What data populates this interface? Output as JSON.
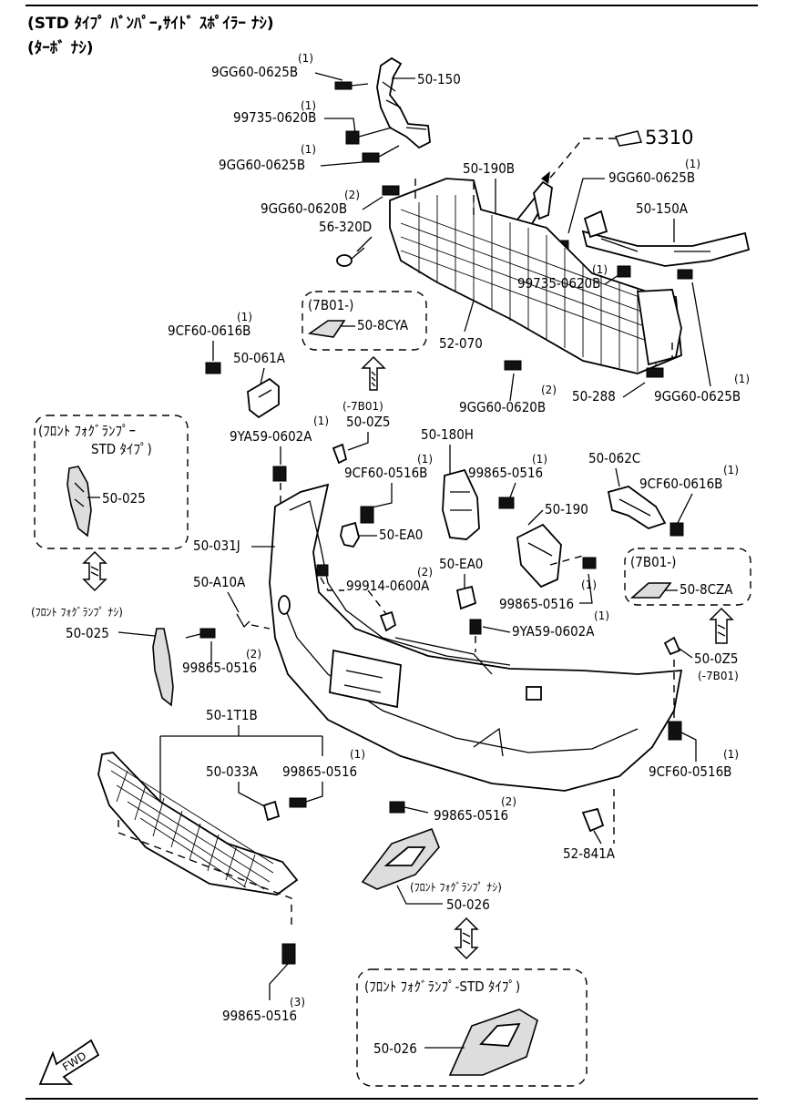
{
  "header": {
    "line1": "(STD ﾀｲﾌﾟ ﾊﾞﾝﾊﾟｰ,ｻｲﾄﾞ ｽﾎﾟｲﾗｰ ﾅｼ)",
    "line2": "(ﾀｰﾎﾞ ﾅｼ)"
  },
  "parts": {
    "p_9gg60_0625b_a": "9GG60-0625B",
    "p_9gg60_0625b_a_qty": "(1)",
    "p_50_150": "50-150",
    "p_99735_0620b_a": "99735-0620B",
    "p_99735_0620b_a_qty": "(1)",
    "p_9gg60_0625b_b": "9GG60-0625B",
    "p_9gg60_0625b_b_qty": "(1)",
    "p_5310": "5310",
    "p_50_190b": "50-190B",
    "p_9gg60_0625b_c": "9GG60-0625B",
    "p_9gg60_0625b_c_qty": "(1)",
    "p_9gg60_0620b_a": "9GG60-0620B",
    "p_9gg60_0620b_a_qty": "(2)",
    "p_50_150a": "50-150A",
    "p_56_320d": "56-320D",
    "p_99735_0620b_b": "99735-0620B",
    "p_99735_0620b_b_qty": "(1)",
    "p_7b01_a": "(7B01-)",
    "p_50_8cya": "50-8CYA",
    "p_52_070": "52-070",
    "p_9cf60_0616b_a": "9CF60-0616B",
    "p_9cf60_0616b_a_qty": "(1)",
    "p_50_061a": "50-061A",
    "p_9gg60_0620b_b": "9GG60-0620B",
    "p_9gg60_0620b_b_qty": "(2)",
    "p_50_288": "50-288",
    "p_9gg60_0625b_d": "9GG60-0625B",
    "p_9gg60_0625b_d_qty": "(1)",
    "p_7b01_b": "(-7B01)",
    "p_50_0z5_a": "50-0Z5",
    "p_9ya59_0602a_a": "9YA59-0602A",
    "p_9ya59_0602a_a_qty": "(1)",
    "p_50_180h": "50-180H",
    "p_50_062c": "50-062C",
    "p_fog_std_1": "(ﾌﾛﾝﾄ ﾌｫｸﾞﾗﾝﾌﾟｰ",
    "p_fog_std_2": "STD ﾀｲﾌﾟ)",
    "p_9cf60_0516b_a": "9CF60-0516B",
    "p_9cf60_0516b_a_qty": "(1)",
    "p_99865_0516_a": "99865-0516",
    "p_99865_0516_a_qty": "(1)",
    "p_9cf60_0616b_b": "9CF60-0616B",
    "p_9cf60_0616b_b_qty": "(1)",
    "p_50_025_a": "50-025",
    "p_50_190": "50-190",
    "p_50_ea0_a": "50-EA0",
    "p_50_031j": "50-031J",
    "p_7b01_c": "(7B01-)",
    "p_50_ea0_b": "50-EA0",
    "p_50_8cza": "50-8CZA",
    "p_50_a10a": "50-A10A",
    "p_99914_0600a": "99914-0600A",
    "p_99914_0600a_qty": "(2)",
    "p_99865_0516_b": "99865-0516",
    "p_99865_0516_b_qty": "(1)",
    "p_9ya59_0602a_b": "9YA59-0602A",
    "p_9ya59_0602a_b_qty": "(1)",
    "p_fog_nashi_a": "(ﾌﾛﾝﾄ ﾌｫｸﾞﾗﾝﾌﾟ ﾅｼ)",
    "p_50_025_b": "50-025",
    "p_99865_0516_c": "99865-0516",
    "p_99865_0516_c_qty": "(2)",
    "p_50_0z5_b": "50-0Z5",
    "p_7b01_d": "(-7B01)",
    "p_50_1t1b": "50-1T1B",
    "p_50_033a": "50-033A",
    "p_99865_0516_d": "99865-0516",
    "p_99865_0516_d_qty": "(1)",
    "p_9cf60_0516b_b": "9CF60-0516B",
    "p_9cf60_0516b_b_qty": "(1)",
    "p_99865_0516_e": "99865-0516",
    "p_99865_0516_e_qty": "(2)",
    "p_52_841a": "52-841A",
    "p_fog_nashi_b": "(ﾌﾛﾝﾄ ﾌｫｸﾞﾗﾝﾌﾟ ﾅｼ)",
    "p_50_026_a": "50-026",
    "p_99865_0516_f": "99865-0516",
    "p_99865_0516_f_qty": "(3)",
    "p_fog_std_b": "(ﾌﾛﾝﾄ ﾌｫｸﾞﾗﾝﾌﾟ-STD ﾀｲﾌﾟ)",
    "p_50_026_b": "50-026",
    "fwd": "FWD"
  }
}
